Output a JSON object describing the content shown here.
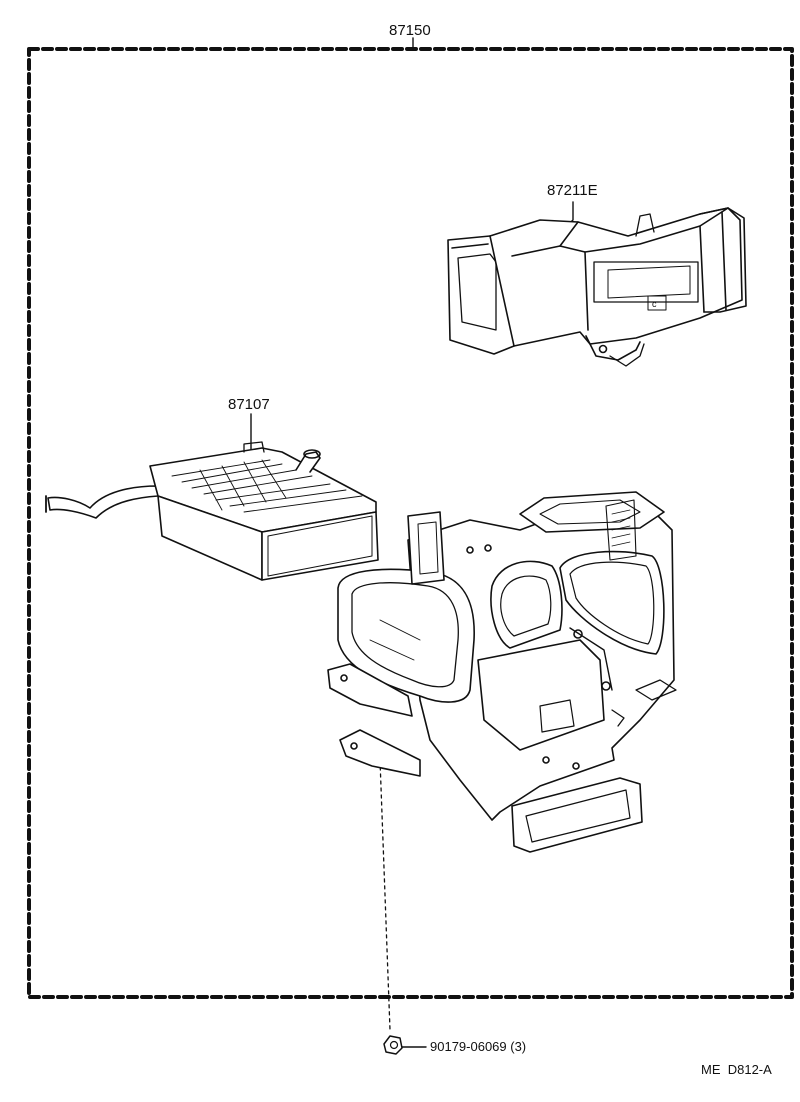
{
  "labels": {
    "assembly": "87150",
    "air_duct": "87211E",
    "heater_core": "87107",
    "screw": "90179-06069 (3)",
    "diagram_code": "ME  D812-A"
  },
  "colors": {
    "ink": "#111111",
    "background": "#ffffff"
  }
}
